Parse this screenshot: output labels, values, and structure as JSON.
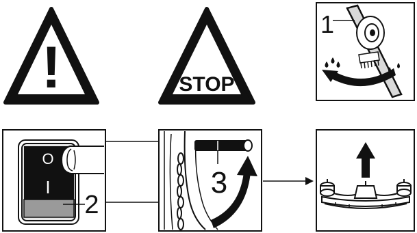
{
  "warning_sign": {
    "symbol": "!"
  },
  "stop_sign": {
    "text": "STOP"
  },
  "callouts": {
    "label_1": "1",
    "label_2": "2",
    "label_3": "3"
  },
  "switch": {
    "off_symbol": "O",
    "on_symbol": "I"
  },
  "colors": {
    "ink": "#111111",
    "grey": "#9a9a9a",
    "light_grey": "#d9d9d9",
    "background": "#ffffff"
  }
}
